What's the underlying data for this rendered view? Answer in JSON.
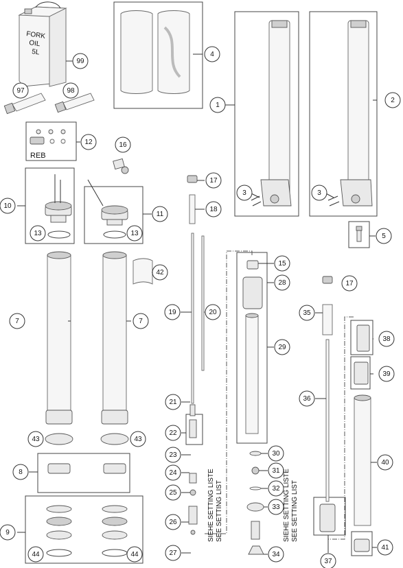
{
  "can_label_line1": "FORK",
  "can_label_line2": "OIL",
  "can_label_line3": "5L",
  "reb_label": "REB",
  "setting_note_1_line1": "SIEHE SETTING LISTE",
  "setting_note_1_line2": "SEE SETTING LIST",
  "setting_note_2_line1": "SIEHE SETTING LISTE",
  "setting_note_2_line2": "SEE SETTING LIST",
  "callouts": [
    {
      "id": "c1",
      "label": "1"
    },
    {
      "id": "c2",
      "label": "2"
    },
    {
      "id": "c3a",
      "label": "3"
    },
    {
      "id": "c3b",
      "label": "3"
    },
    {
      "id": "c4",
      "label": "4"
    },
    {
      "id": "c5",
      "label": "5"
    },
    {
      "id": "c7a",
      "label": "7"
    },
    {
      "id": "c7b",
      "label": "7"
    },
    {
      "id": "c8",
      "label": "8"
    },
    {
      "id": "c9",
      "label": "9"
    },
    {
      "id": "c10",
      "label": "10"
    },
    {
      "id": "c11",
      "label": "11"
    },
    {
      "id": "c12",
      "label": "12"
    },
    {
      "id": "c13a",
      "label": "13"
    },
    {
      "id": "c13b",
      "label": "13"
    },
    {
      "id": "c15",
      "label": "15"
    },
    {
      "id": "c16",
      "label": "16"
    },
    {
      "id": "c17a",
      "label": "17"
    },
    {
      "id": "c17b",
      "label": "17"
    },
    {
      "id": "c18",
      "label": "18"
    },
    {
      "id": "c19",
      "label": "19"
    },
    {
      "id": "c20",
      "label": "20"
    },
    {
      "id": "c21",
      "label": "21"
    },
    {
      "id": "c22",
      "label": "22"
    },
    {
      "id": "c23",
      "label": "23"
    },
    {
      "id": "c24",
      "label": "24"
    },
    {
      "id": "c25",
      "label": "25"
    },
    {
      "id": "c26",
      "label": "26"
    },
    {
      "id": "c27",
      "label": "27"
    },
    {
      "id": "c28",
      "label": "28"
    },
    {
      "id": "c29",
      "label": "29"
    },
    {
      "id": "c30",
      "label": "30"
    },
    {
      "id": "c31",
      "label": "31"
    },
    {
      "id": "c32",
      "label": "32"
    },
    {
      "id": "c33",
      "label": "33"
    },
    {
      "id": "c34",
      "label": "34"
    },
    {
      "id": "c35",
      "label": "35"
    },
    {
      "id": "c36",
      "label": "36"
    },
    {
      "id": "c37",
      "label": "37"
    },
    {
      "id": "c38",
      "label": "38"
    },
    {
      "id": "c39",
      "label": "39"
    },
    {
      "id": "c40",
      "label": "40"
    },
    {
      "id": "c41",
      "label": "41"
    },
    {
      "id": "c42",
      "label": "42"
    },
    {
      "id": "c43a",
      "label": "43"
    },
    {
      "id": "c43b",
      "label": "43"
    },
    {
      "id": "c44a",
      "label": "44"
    },
    {
      "id": "c44b",
      "label": "44"
    },
    {
      "id": "c97",
      "label": "97"
    },
    {
      "id": "c98",
      "label": "98"
    },
    {
      "id": "c99",
      "label": "99"
    }
  ]
}
